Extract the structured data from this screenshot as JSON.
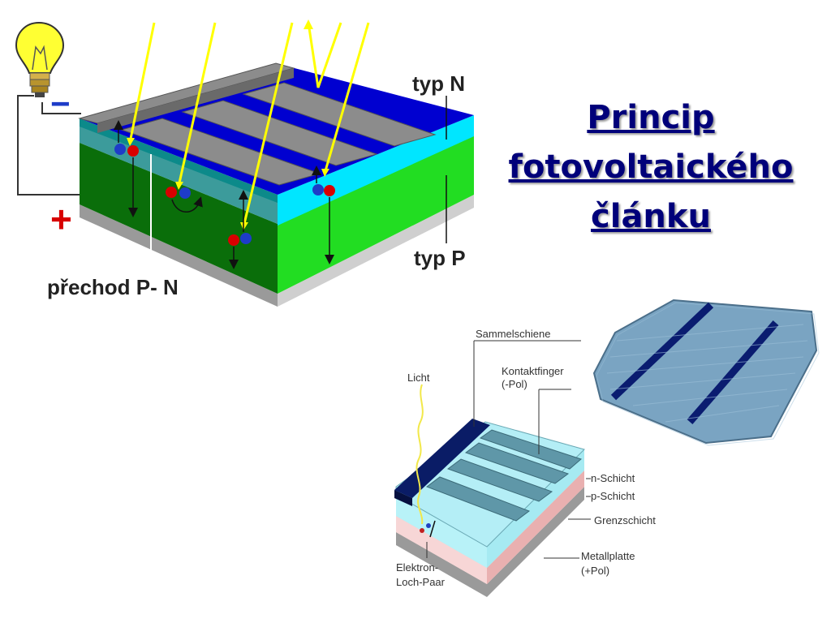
{
  "title": {
    "line1": "Princip",
    "line2": "fotovoltaického",
    "line3": "článku"
  },
  "colors": {
    "title": "#00007a",
    "n_layer": "#00e6ff",
    "p_layer": "#11cc11",
    "top_surface": "#0000d0",
    "contacts": "#8c8c8c",
    "light_rays": "#ffff00",
    "plus_sign": "#d80000",
    "minus_sign": "#1e3cc8"
  },
  "diagram1": {
    "label_typ_n": "typ N",
    "label_typ_p": "typ P",
    "label_junction": "přechod P- N",
    "minus_sign": "−",
    "plus_sign": "+",
    "bulb_icon": "light-bulb-icon"
  },
  "diagram2": {
    "label_sammelschiene": "Sammelschiene",
    "label_licht": "Licht",
    "label_kontaktfinger_1": "Kontaktfinger",
    "label_kontaktfinger_2": "(-Pol)",
    "label_n_schicht": "n-Schicht",
    "label_p_schicht": "p-Schicht",
    "label_grenzschicht": "Grenzschicht",
    "label_metallplatte_1": "Metallplatte",
    "label_metallplatte_2": "(+Pol)",
    "label_elektron_1": "Elektron-",
    "label_elektron_2": "Loch-Paar"
  }
}
